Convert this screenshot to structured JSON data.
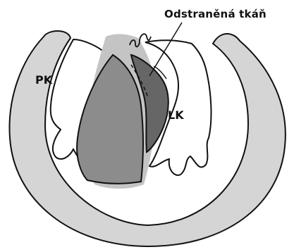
{
  "labels": {
    "removed_tissue": "Odstraněná tkáň",
    "pk": "PK",
    "lk": "LK"
  },
  "colors": {
    "wall": "#d5d5d5",
    "septum": "#b8b8b8",
    "septum_core": "#8c8c8c",
    "removed_tissue": "#666666",
    "outline": "#111111",
    "cavity": "#ffffff"
  }
}
